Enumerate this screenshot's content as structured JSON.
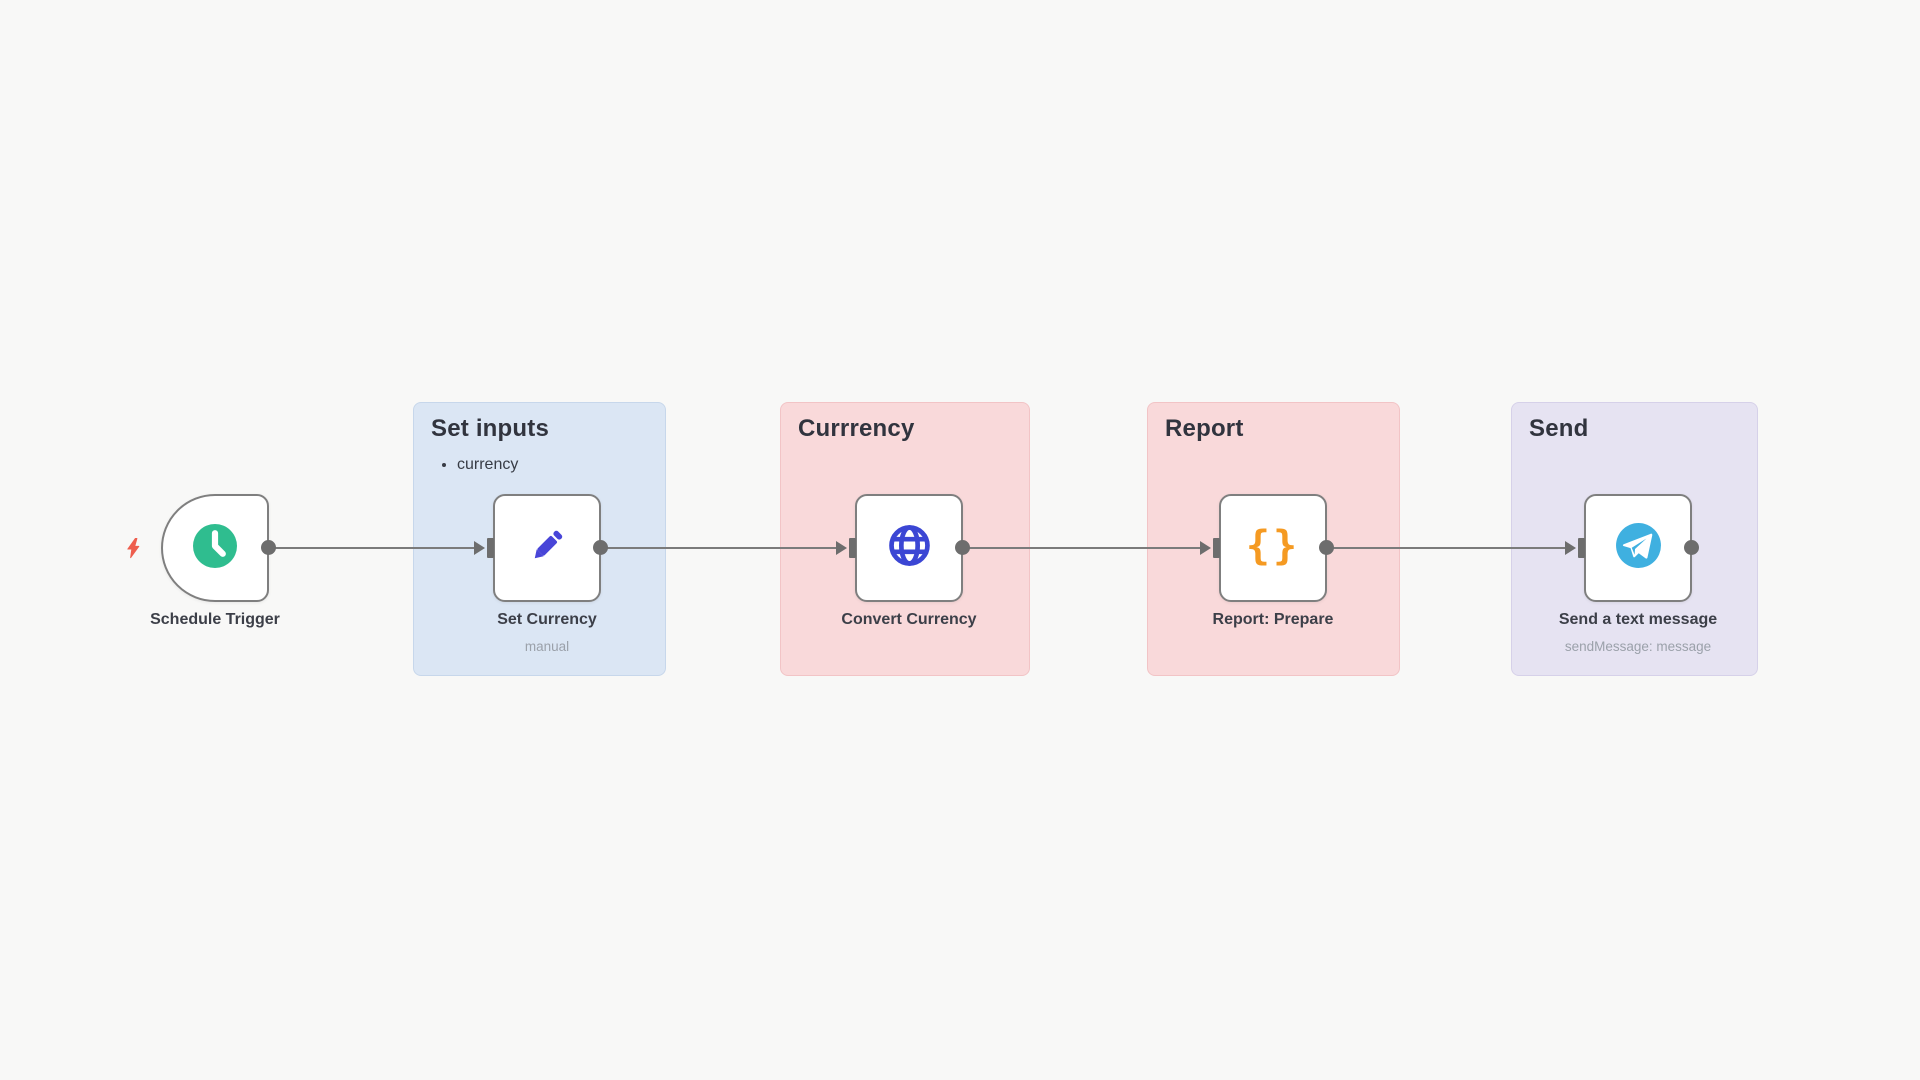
{
  "canvas": {
    "background": "#f8f8f7"
  },
  "trigger": {
    "label": "Schedule Trigger",
    "icon": "clock-icon",
    "icon_color": "#2fbd8f",
    "indicator_icon": "lightning-bolt-icon",
    "indicator_color": "#ee5e4e"
  },
  "groups": [
    {
      "title": "Set inputs",
      "color": "#dbe6f4",
      "bullets": [
        "currency"
      ],
      "node": {
        "label": "Set Currency",
        "subtitle": "manual",
        "icon": "pencil-icon",
        "icon_color": "#4845d8"
      }
    },
    {
      "title": "Currrency",
      "color": "#f9d9da",
      "node": {
        "label": "Convert Currency",
        "icon": "globe-icon",
        "icon_color": "#3b46d4"
      }
    },
    {
      "title": "Report",
      "color": "#f9d9da",
      "node": {
        "label": "Report: Prepare",
        "icon": "curly-braces-icon",
        "icon_glyph": "{}",
        "icon_color": "#f59a22"
      }
    },
    {
      "title": "Send",
      "color": "#e6e3f2",
      "node": {
        "label": "Send a text message",
        "subtitle": "sendMessage: message",
        "icon": "telegram-icon",
        "icon_color": "#3fb0e0"
      }
    }
  ],
  "connectors": {
    "color": "#7b7b7b",
    "port_color": "#6d6d6d"
  }
}
